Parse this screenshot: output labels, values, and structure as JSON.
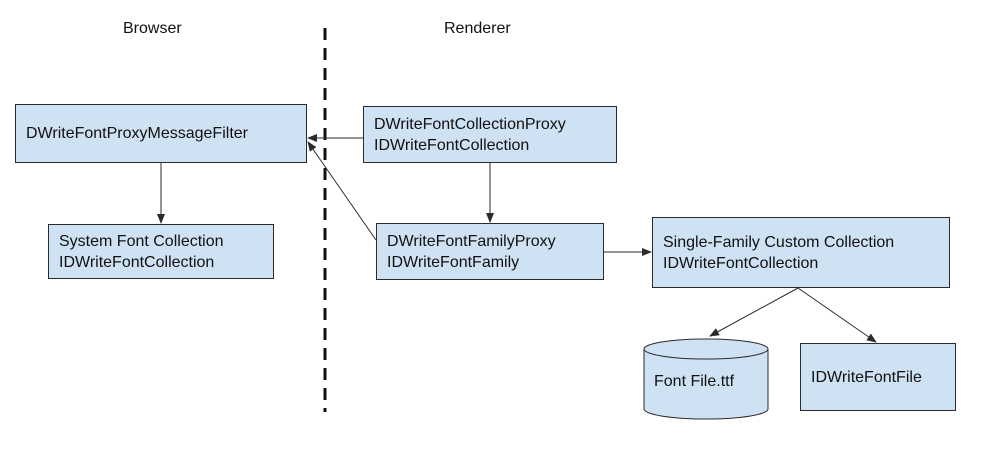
{
  "headers": {
    "browser": "Browser",
    "renderer": "Renderer"
  },
  "boxes": {
    "proxy_message_filter": {
      "line1": "DWriteFontProxyMessageFilter"
    },
    "system_font_collection": {
      "line1": "System Font Collection",
      "line2": "IDWriteFontCollection"
    },
    "font_collection_proxy": {
      "line1": "DWriteFontCollectionProxy",
      "line2": "IDWriteFontCollection"
    },
    "font_family_proxy": {
      "line1": "DWriteFontFamilyProxy",
      "line2": "IDWriteFontFamily"
    },
    "single_family_collection": {
      "line1": "Single-Family Custom Collection",
      "line2": "IDWriteFontCollection"
    },
    "font_file_interface": {
      "line1": "IDWriteFontFile"
    }
  },
  "font_file_storage": {
    "label": "Font File.ttf"
  },
  "colors": {
    "box_fill": "#cfe2f3",
    "border": "#2b2b2b",
    "divider": "#111111"
  }
}
